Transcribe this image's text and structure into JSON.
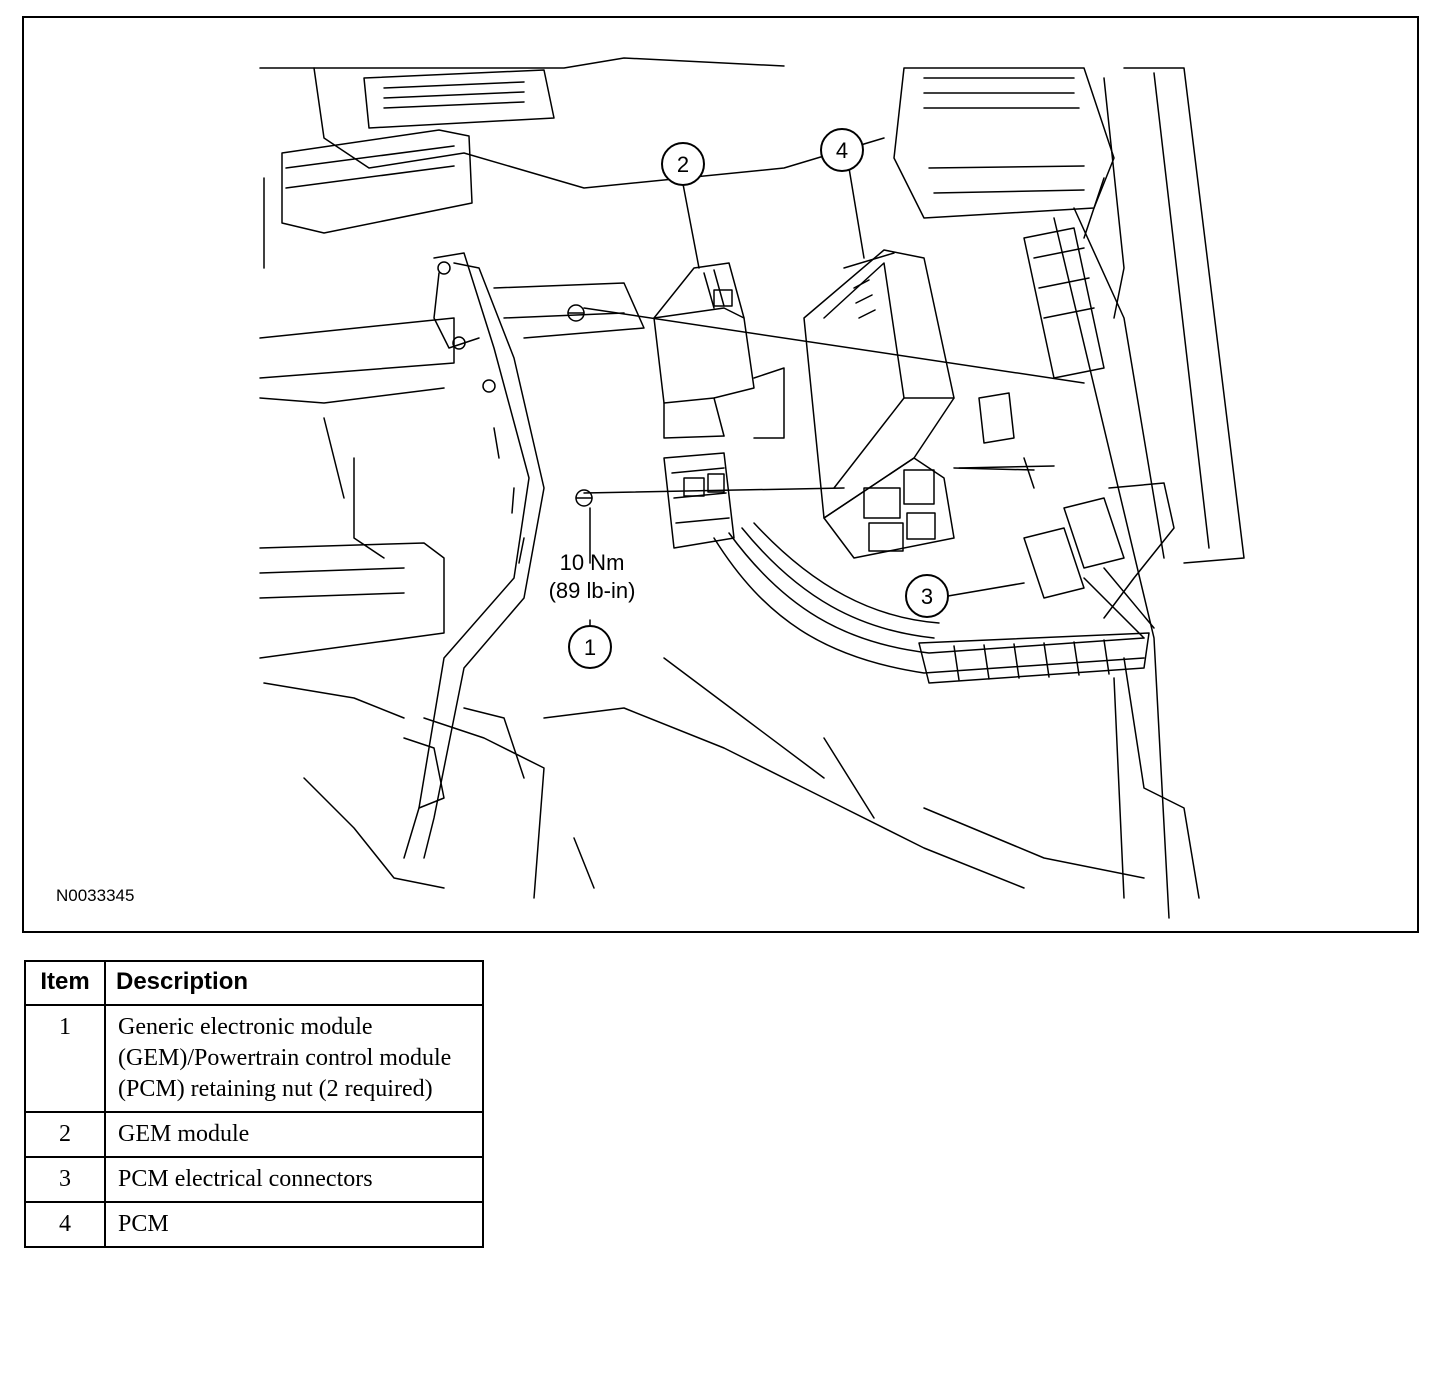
{
  "figure": {
    "id": "N0033345",
    "torque_line1": "10 Nm",
    "torque_line2": "(89 lb-in)",
    "callouts": [
      "1",
      "2",
      "3",
      "4"
    ]
  },
  "legend": {
    "headers": {
      "item": "Item",
      "description": "Description"
    },
    "rows": [
      {
        "item": "1",
        "description": "Generic electronic module (GEM)/Powertrain control module (PCM) retaining nut (2 required)"
      },
      {
        "item": "2",
        "description": "GEM module"
      },
      {
        "item": "3",
        "description": "PCM electrical connectors"
      },
      {
        "item": "4",
        "description": "PCM"
      }
    ]
  }
}
